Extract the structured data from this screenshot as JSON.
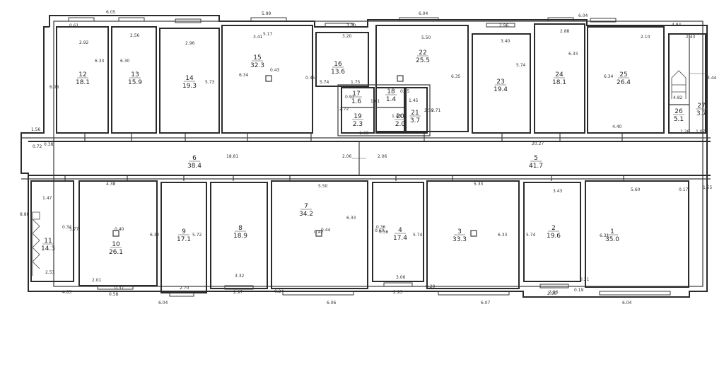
{
  "rooms": [
    {
      "num": "1",
      "area": "35.0"
    },
    {
      "num": "2",
      "area": "19.6"
    },
    {
      "num": "3",
      "area": "33.3"
    },
    {
      "num": "4",
      "area": "17.4"
    },
    {
      "num": "5",
      "area": "41.7"
    },
    {
      "num": "6",
      "area": "38.4"
    },
    {
      "num": "7",
      "area": "34.2"
    },
    {
      "num": "8",
      "area": "18.9"
    },
    {
      "num": "9",
      "area": "17.1"
    },
    {
      "num": "10",
      "area": "26.1"
    },
    {
      "num": "11",
      "area": "14.3"
    },
    {
      "num": "12",
      "area": "18.1"
    },
    {
      "num": "13",
      "area": "15.9"
    },
    {
      "num": "14",
      "area": "19.3"
    },
    {
      "num": "15",
      "area": "32.3"
    },
    {
      "num": "16",
      "area": "13.6"
    },
    {
      "num": "17",
      "area": "1.6"
    },
    {
      "num": "18",
      "area": "1.4"
    },
    {
      "num": "19",
      "area": "2.3"
    },
    {
      "num": "20",
      "area": "2.0"
    },
    {
      "num": "21",
      "area": "3.7"
    },
    {
      "num": "22",
      "area": "25.5"
    },
    {
      "num": "23",
      "area": "19.4"
    },
    {
      "num": "24",
      "area": "18.1"
    },
    {
      "num": "25",
      "area": "26.4"
    },
    {
      "num": "26",
      "area": "5.1"
    },
    {
      "num": "27",
      "area": "3.7"
    }
  ],
  "dimensions": {
    "top_row": [
      "6.05",
      "5.99",
      "6.04",
      "6.04"
    ],
    "top_rooms": [
      "2.92",
      "2.56",
      "2.96",
      "3.41",
      "5.17",
      "3.00",
      "3.20",
      "5.50",
      "2.96",
      "3.40",
      "2.88",
      "2.10",
      "4.84",
      "2.43"
    ],
    "top_heights": [
      "6.33",
      "6.30",
      "5.73",
      "6.34",
      "5.74",
      "6.35",
      "5.74",
      "6.33",
      "6.34",
      "6.08",
      "3.44",
      "4.82"
    ],
    "corridor": [
      "18.81",
      "20.27",
      "2.06",
      "2.06",
      "1.56",
      "0.72",
      "1.55",
      "4.40",
      "1.26",
      "1.07"
    ],
    "bottom_rooms": [
      "4.38",
      "5.50",
      "5.33",
      "3.43",
      "5.60",
      "2.53",
      "2.01",
      "3.32",
      "3.06",
      "2.96"
    ],
    "bottom_heights": [
      "6.32",
      "5.72",
      "6.33",
      "5.74",
      "6.33",
      "5.74",
      "6.31",
      "5.77",
      "8.88"
    ],
    "bottom_row": [
      "4.85",
      "6.04",
      "6.06",
      "6.07",
      "6.04",
      "2.70",
      "2.97",
      "2.93",
      "2.96"
    ],
    "misc": [
      "0.40",
      "0.43",
      "0.42",
      "0.44",
      "0.35",
      "0.36",
      "0.60",
      "0.58",
      "0.61",
      "0.21",
      "0.17",
      "0.24",
      "0.19",
      "0.20",
      "0.37",
      "0.38",
      "0.36",
      "1.47",
      "1.60",
      "1.45",
      "1.43",
      "1.61",
      "1.75",
      "2.72",
      "2.59",
      "2.71",
      "0.95",
      "0.97",
      "0.34"
    ]
  }
}
